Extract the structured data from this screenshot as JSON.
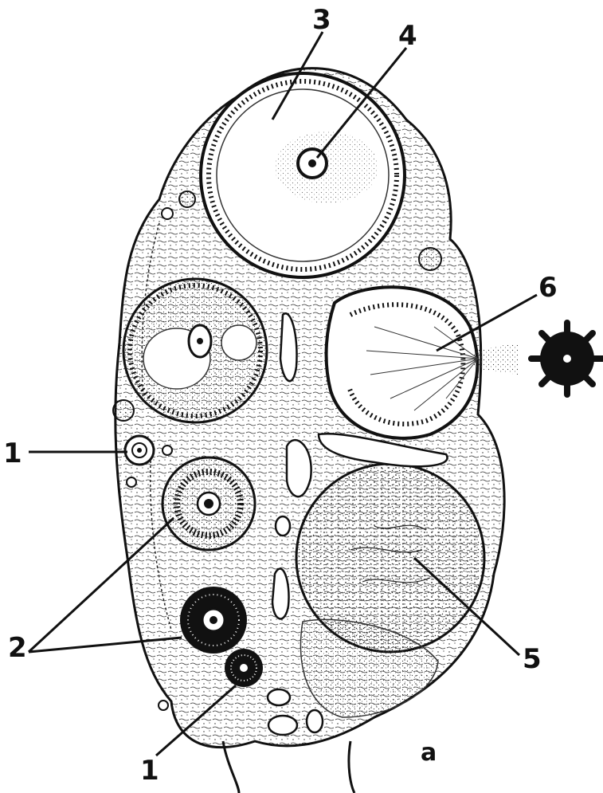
{
  "labels": {
    "one_upper": "1",
    "two": "2",
    "three": "3",
    "four": "4",
    "five": "5",
    "six": "6",
    "one_lower": "1",
    "panel": "a"
  },
  "colors": {
    "ink": "#111111",
    "paper": "#ffffff",
    "tissue": "#f3f3f1"
  }
}
